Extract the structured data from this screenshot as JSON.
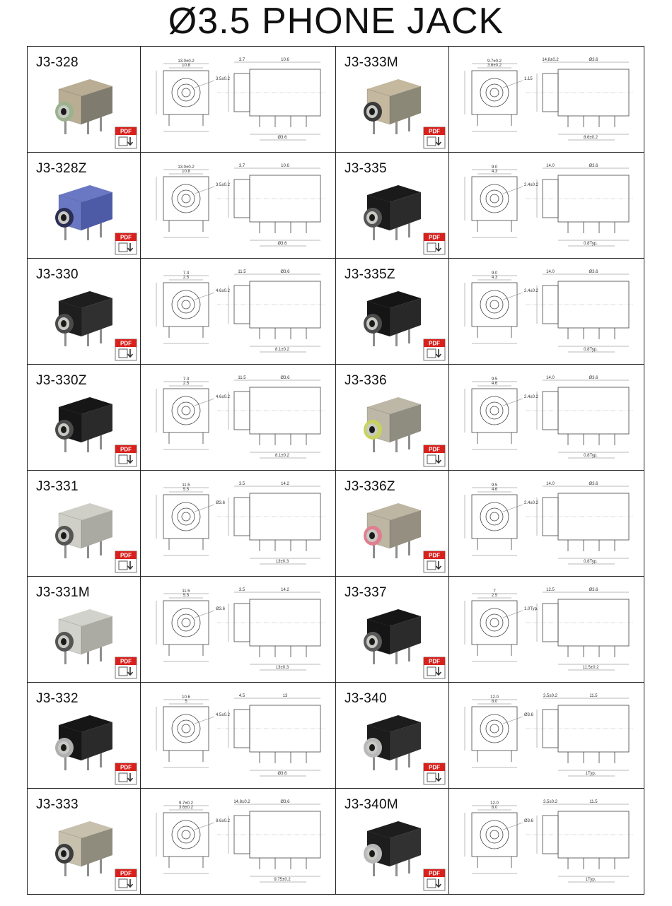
{
  "page": {
    "title": "Ø3.5 PHONE  JACK"
  },
  "pdf_label": "PDF",
  "colors": {
    "border": "#222222",
    "pdf_red": "#d8211d"
  },
  "products": [
    {
      "model": "J3-328",
      "body": "#b9ad94",
      "face": "#7f7c6f",
      "ring": "#9ab28e",
      "dims": [
        "13.0±0.2",
        "10.8",
        "3.7",
        "10.6",
        "3.5±0.2",
        "Ø3.6"
      ]
    },
    {
      "model": "J3-333M",
      "body": "#c4b99f",
      "face": "#8c8877",
      "ring": "#3a3a3a",
      "dims": [
        "9.7±0.2",
        "3.6±0.2",
        "14.8±0.2",
        "Ø3.6",
        "1.15",
        "8.6±0.2"
      ]
    },
    {
      "model": "J3-328Z",
      "body": "#6a78c4",
      "face": "#4d5aa5",
      "ring": "#2c2f55",
      "dims": [
        "13.0±0.2",
        "10.8",
        "3.7",
        "10.6",
        "3.5±0.2",
        "Ø3.6"
      ]
    },
    {
      "model": "J3-335",
      "body": "#1a1a1a",
      "face": "#2b2b2b",
      "ring": "#555555",
      "dims": [
        "9.0",
        "4.3",
        "14.0",
        "Ø3.6",
        "2.4±0.2",
        "0.8Typ."
      ]
    },
    {
      "model": "J3-330",
      "body": "#1e1e1e",
      "face": "#303030",
      "ring": "#4a4a4a",
      "dims": [
        "7.3",
        "2.5",
        "11.5",
        "Ø3.6",
        "4.6±0.2",
        "8.1±0.2"
      ]
    },
    {
      "model": "J3-335Z",
      "body": "#151515",
      "face": "#282828",
      "ring": "#4a4a4a",
      "dims": [
        "9.0",
        "4.3",
        "14.0",
        "Ø3.6",
        "2.4±0.2",
        "0.8Typ."
      ]
    },
    {
      "model": "J3-330Z",
      "body": "#161616",
      "face": "#2a2a2a",
      "ring": "#4a4a4a",
      "dims": [
        "7.3",
        "2.5",
        "11.5",
        "Ø3.6",
        "4.6±0.2",
        "8.1±0.2"
      ]
    },
    {
      "model": "J3-336",
      "body": "#bcb7a6",
      "face": "#8f8c80",
      "ring": "#c8d35f",
      "dims": [
        "9.5",
        "4.6",
        "14.0",
        "Ø3.6",
        "2.4±0.2",
        "0.8Typ."
      ]
    },
    {
      "model": "J3-331",
      "body": "#cfcfc8",
      "face": "#aaaaa2",
      "ring": "#555555",
      "dims": [
        "11.5",
        "5.5",
        "3.5",
        "14.2",
        "Ø3.6",
        "13±0.3"
      ]
    },
    {
      "model": "J3-336Z",
      "body": "#bdb6a3",
      "face": "#948f80",
      "ring": "#e07f8f",
      "dims": [
        "9.5",
        "4.6",
        "14.0",
        "Ø3.6",
        "2.4±0.2",
        "0.8Typ."
      ]
    },
    {
      "model": "J3-331M",
      "body": "#d2d2cc",
      "face": "#ababa3",
      "ring": "#555555",
      "dims": [
        "11.5",
        "5.5",
        "3.5",
        "14.2",
        "Ø3.6",
        "13±0.3"
      ]
    },
    {
      "model": "J3-337",
      "body": "#151515",
      "face": "#2b2b2b",
      "ring": "#5a5a5a",
      "dims": [
        "7",
        "2.5",
        "12.5",
        "Ø3.6",
        "1.0Typ.",
        "11.5±0.2"
      ]
    },
    {
      "model": "J3-332",
      "body": "#161616",
      "face": "#2a2a2a",
      "ring": "#b0b0b0",
      "dims": [
        "10.6",
        "5",
        "4.5",
        "13",
        "4.5±0.2",
        "Ø3.6"
      ]
    },
    {
      "model": "J3-340",
      "body": "#1c1c1c",
      "face": "#303030",
      "ring": "#b8b8b8",
      "dims": [
        "12.0",
        "8.0",
        "3.5±0.2",
        "11.5",
        "Ø3.6",
        "1Typ."
      ]
    },
    {
      "model": "J3-333",
      "body": "#c7c0ad",
      "face": "#8f8b7d",
      "ring": "#3c3c3c",
      "dims": [
        "9.7±0.2",
        "3.6±0.2",
        "14.8±0.2",
        "Ø3.6",
        "8.6±0.2",
        "9.75±0.2"
      ]
    },
    {
      "model": "J3-340M",
      "body": "#1d1d1d",
      "face": "#313131",
      "ring": "#b8b8b8",
      "dims": [
        "12.0",
        "8.0",
        "3.5±0.2",
        "11.5",
        "Ø3.6",
        "1Typ."
      ]
    }
  ]
}
